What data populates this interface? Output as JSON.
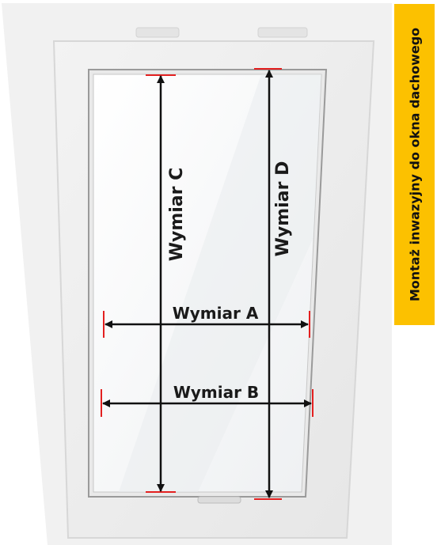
{
  "side_label": "Montaż inwazyjny do okna dachowego",
  "dimensions": {
    "a": "Wymiar A",
    "b": "Wymiar B",
    "c": "Wymiar C",
    "d": "Wymiar D"
  },
  "colors": {
    "side_label_bg": "#fcc100",
    "arrows": "#111111",
    "marker": "#e32020",
    "frame": "#ededed",
    "glass": "#f9fafb"
  }
}
